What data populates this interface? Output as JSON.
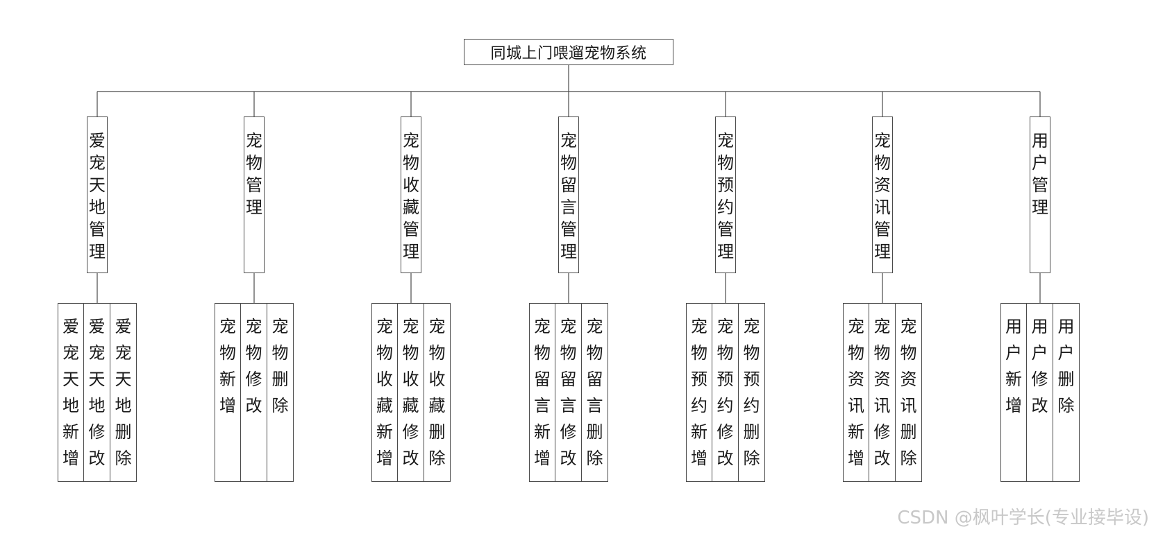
{
  "root": {
    "label": "同城上门喂遛宠物系统"
  },
  "modules": [
    {
      "label": "爱宠天地管理",
      "children": [
        "爱宠天地新增",
        "爱宠天地修改",
        "爱宠天地删除"
      ]
    },
    {
      "label": "宠物管理",
      "children": [
        "宠物新增",
        "宠物修改",
        "宠物删除"
      ]
    },
    {
      "label": "宠物收藏管理",
      "children": [
        "宠物收藏新增",
        "宠物收藏修改",
        "宠物收藏删除"
      ]
    },
    {
      "label": "宠物留言管理",
      "children": [
        "宠物留言新增",
        "宠物留言修改",
        "宠物留言删除"
      ]
    },
    {
      "label": "宠物预约管理",
      "children": [
        "宠物预约新增",
        "宠物预约修改",
        "宠物预约删除"
      ]
    },
    {
      "label": "宠物资讯管理",
      "children": [
        "宠物资讯新增",
        "宠物资讯修改",
        "宠物资讯删除"
      ]
    },
    {
      "label": "用户管理",
      "children": [
        "用户新增",
        "用户修改",
        "用户删除"
      ]
    }
  ],
  "watermark": "CSDN @枫叶学长(专业接毕设)",
  "colors": {
    "line": "#4a4a4a",
    "watermark": "#c8c8c8"
  }
}
